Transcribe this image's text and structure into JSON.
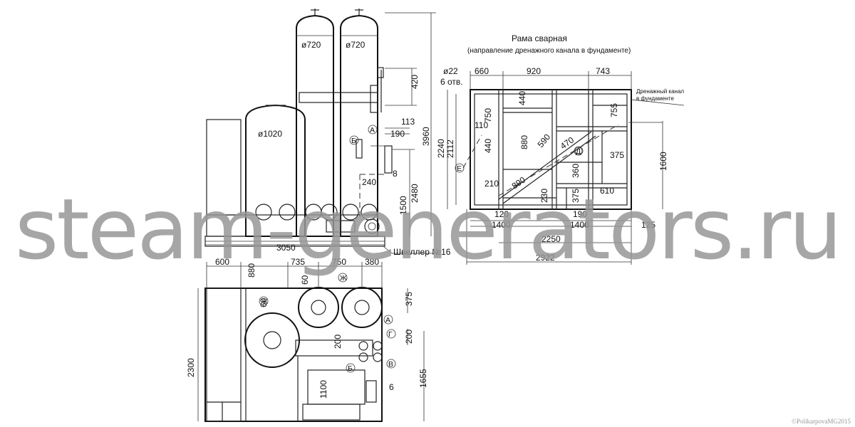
{
  "frame_title": "Рама сварная",
  "frame_subtitle": "(направление дренажного канала в фундаменте)",
  "drain_note_line1": "Дренажный канал",
  "drain_note_line2": "в фундаменте",
  "channel_label": "Швеллер №16",
  "holes_label": "6 отв.",
  "watermark": "steam-generators.ru",
  "copyright": "©PolikarpovaMG2015",
  "side_view": {
    "vessel_diameters": [
      "ø720",
      "ø720",
      "ø1020"
    ],
    "dims": [
      "420",
      "3960",
      "113",
      "190",
      "8",
      "240",
      "2480",
      "1500",
      "3050"
    ],
    "markers": [
      "А",
      "Б"
    ]
  },
  "frame_view": {
    "diameter": "ø22",
    "dims": [
      "660",
      "920",
      "743",
      "440",
      "750",
      "755",
      "110",
      "880",
      "440",
      "590",
      "470",
      "375",
      "1600",
      "2240",
      "2112",
      "210",
      "890",
      "360",
      "230",
      "375",
      "610",
      "120",
      "190",
      "1400",
      "1400",
      "125",
      "2250",
      "2922"
    ],
    "markers": [
      "Е",
      "Д"
    ]
  },
  "plan_view": {
    "dims": [
      "600",
      "880",
      "735",
      "750",
      "380",
      "60",
      "60",
      "375",
      "200",
      "200",
      "1100",
      "2300",
      "1655",
      "6"
    ],
    "markers": [
      "Ж",
      "Ж",
      "А",
      "Г",
      "Б",
      "В"
    ]
  }
}
